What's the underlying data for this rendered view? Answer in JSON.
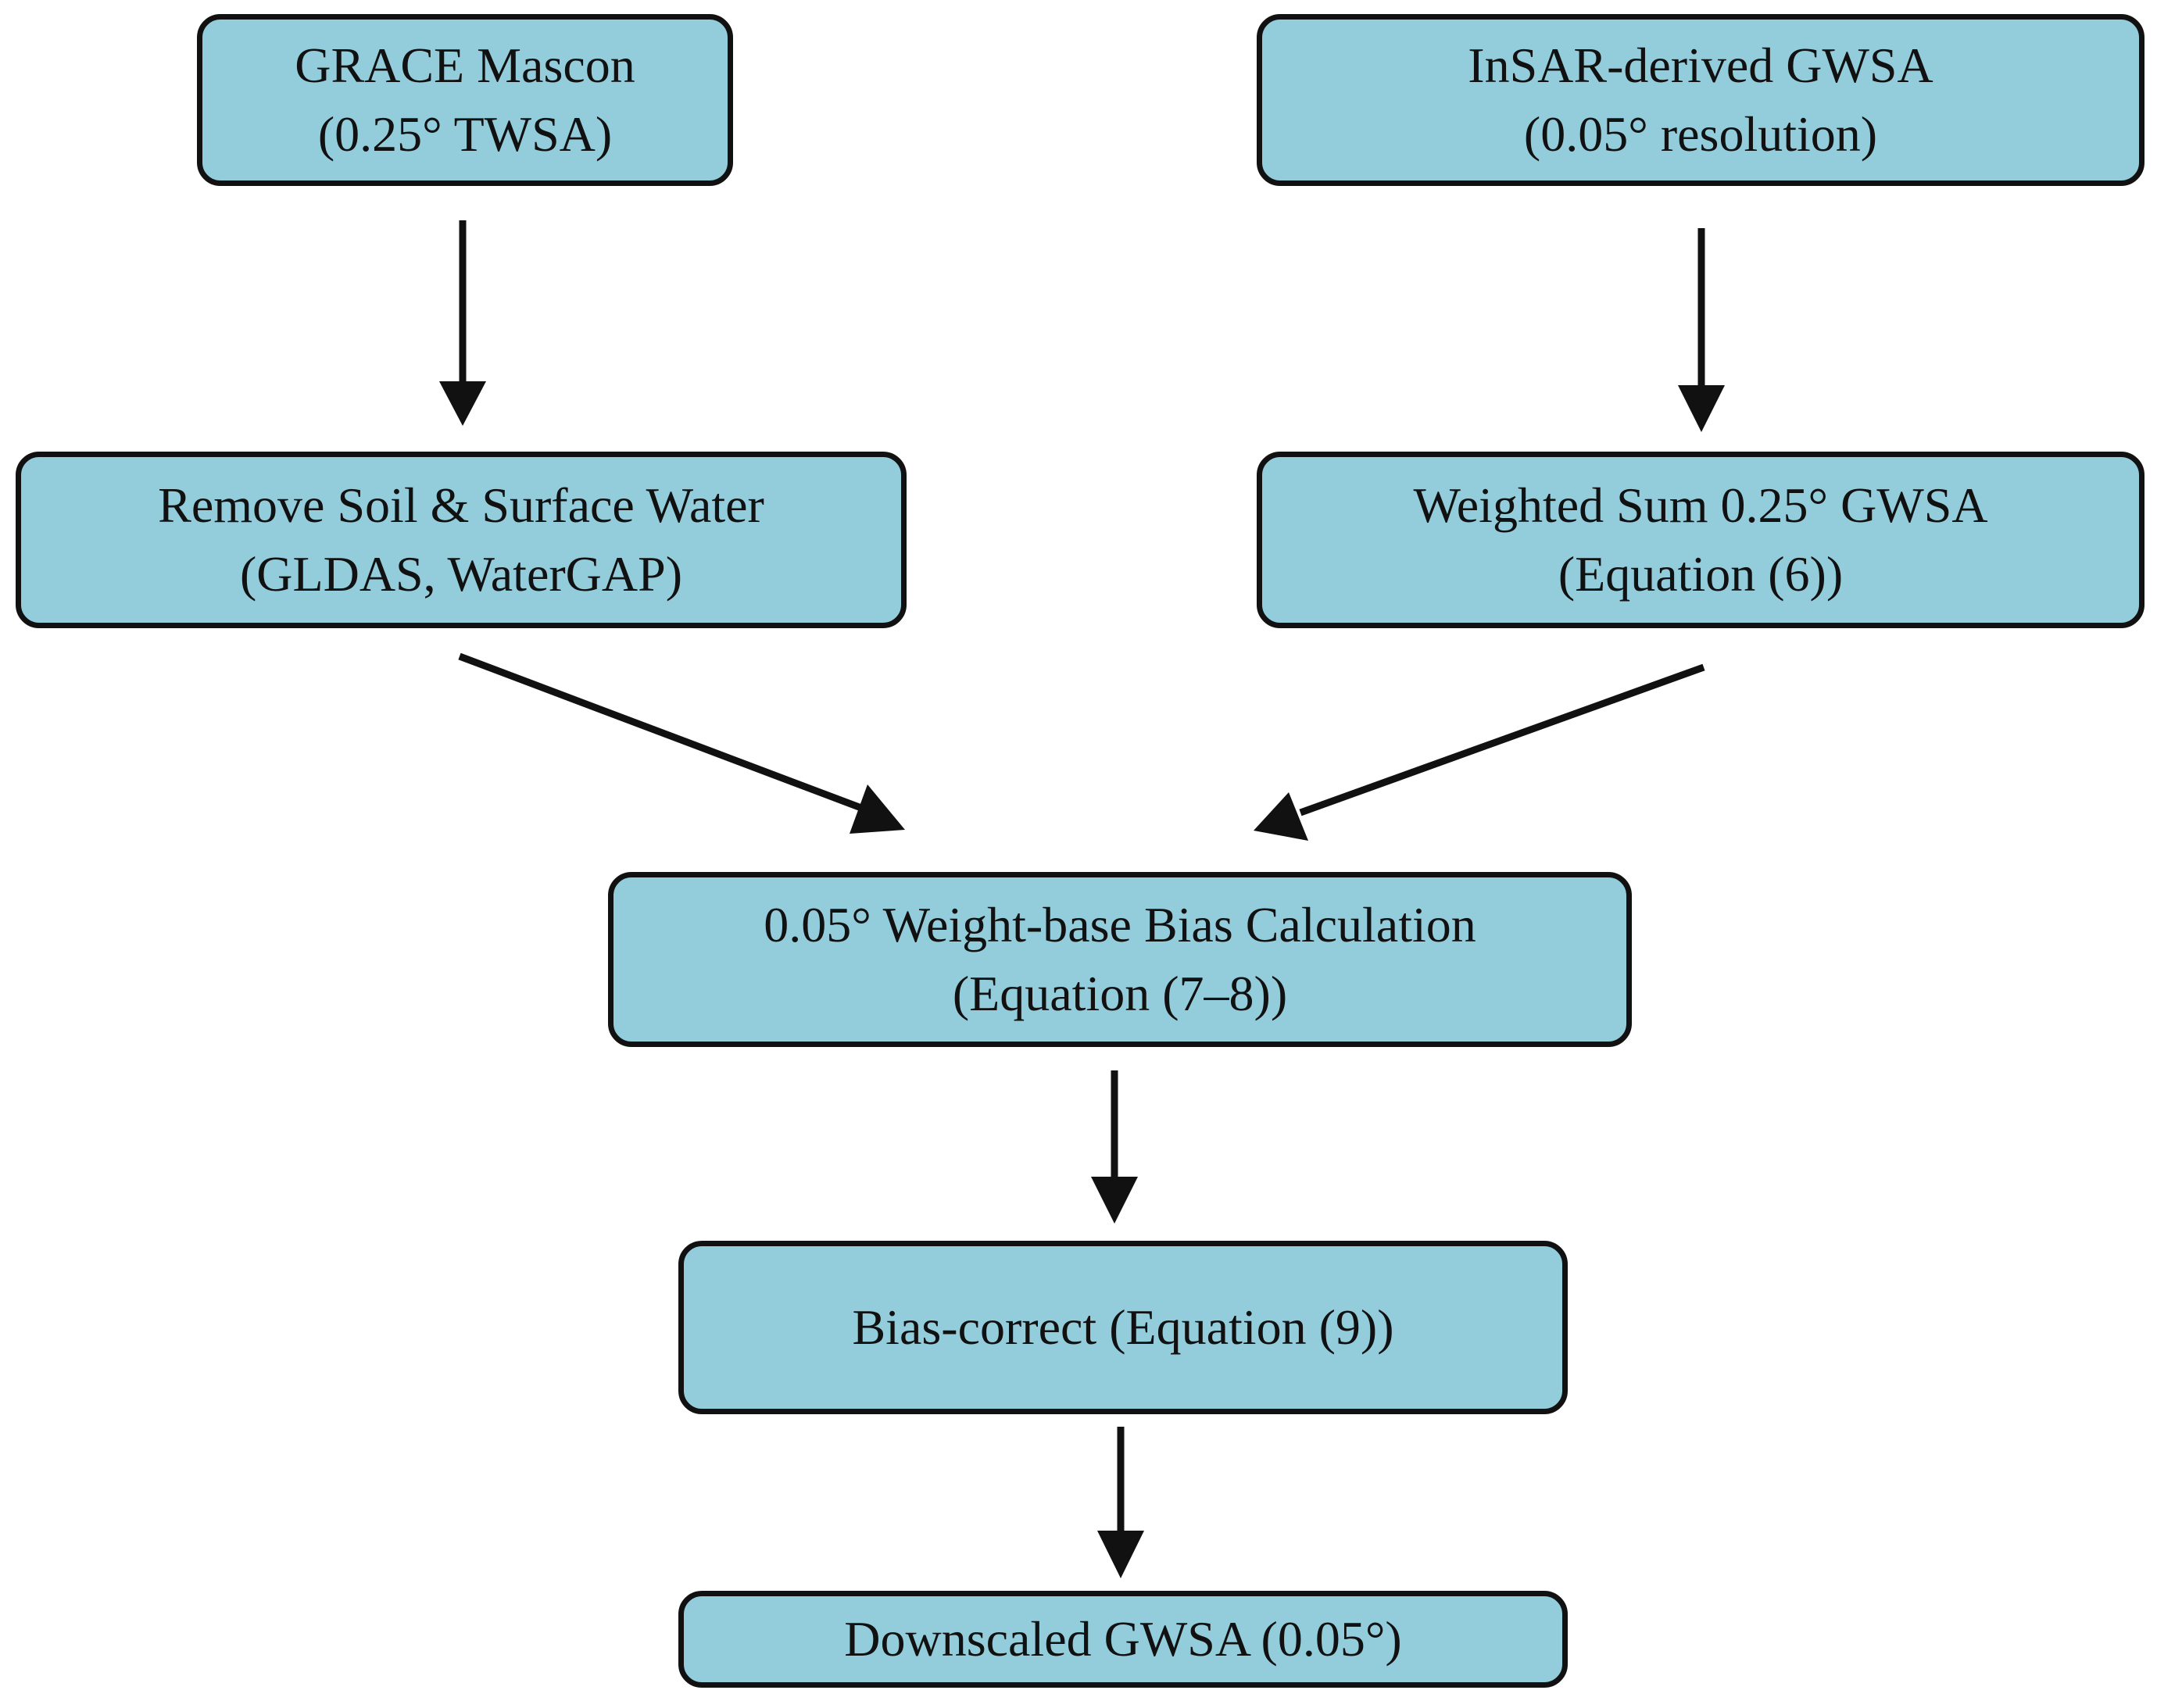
{
  "diagram": {
    "colors": {
      "box_fill": "#93cddc",
      "box_border": "#111111",
      "arrow": "#111111"
    },
    "nodes": [
      {
        "id": "grace-mascon",
        "lines": [
          "GRACE Mascon",
          "(0.25° TWSA)"
        ]
      },
      {
        "id": "insar-gwsa",
        "lines": [
          "InSAR-derived GWSA",
          "(0.05° resolution)"
        ]
      },
      {
        "id": "remove-soil",
        "lines": [
          "Remove Soil & Surface Water",
          "(GLDAS, WaterGAP)"
        ]
      },
      {
        "id": "weighted-sum",
        "lines": [
          "Weighted Sum 0.25° GWSA",
          "(Equation (6))"
        ]
      },
      {
        "id": "bias-calculation",
        "lines": [
          "0.05° Weight-base Bias Calculation",
          "(Equation (7–8))"
        ]
      },
      {
        "id": "bias-correct",
        "lines": [
          "Bias-correct (Equation (9))"
        ]
      },
      {
        "id": "downscaled-gwsa",
        "lines": [
          "Downscaled GWSA (0.05°)"
        ]
      }
    ],
    "edges": [
      {
        "from": "grace-mascon",
        "to": "remove-soil"
      },
      {
        "from": "insar-gwsa",
        "to": "weighted-sum"
      },
      {
        "from": "remove-soil",
        "to": "bias-calculation"
      },
      {
        "from": "weighted-sum",
        "to": "bias-calculation"
      },
      {
        "from": "bias-calculation",
        "to": "bias-correct"
      },
      {
        "from": "bias-correct",
        "to": "downscaled-gwsa"
      }
    ]
  }
}
